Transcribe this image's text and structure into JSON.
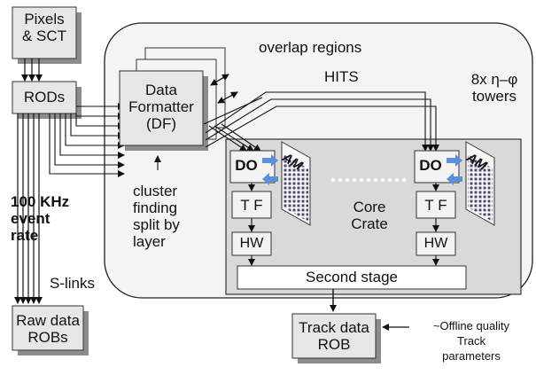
{
  "blocks": {
    "pixels_sct": [
      "Pixels",
      "& SCT"
    ],
    "rods": "RODs",
    "raw_data_robs": [
      "Raw data",
      "ROBs"
    ],
    "data_formatter": [
      "Data",
      "Formatter",
      "(DF)"
    ],
    "do_left": "DO",
    "do_right": "DO",
    "am_left": "AM",
    "am_right": "AM",
    "tf_left": "T F",
    "tf_right": "T F",
    "hw_left": "HW",
    "hw_right": "HW",
    "second_stage": "Second stage",
    "track_data_rob": [
      "Track data",
      "ROB"
    ]
  },
  "labels": {
    "overlap_regions": "overlap regions",
    "hits": "HITS",
    "towers": [
      "8x η–φ",
      "towers"
    ],
    "event_rate": [
      "100 KHz",
      "event",
      "rate"
    ],
    "s_links": "S-links",
    "cluster_finding": [
      "cluster",
      "finding",
      "split by",
      "layer"
    ],
    "core_crate": [
      "Core",
      "Crate"
    ],
    "offline_quality": [
      "~Offline quality",
      "Track",
      "parameters"
    ]
  },
  "colors": {
    "block_fill": "#e6e6e6",
    "block_shadow": "#8c8c8c",
    "core_crate_fill": "#d9d9d9",
    "system_fill": "#f4f4f4",
    "arrow_blue": "#5b8fd6"
  }
}
